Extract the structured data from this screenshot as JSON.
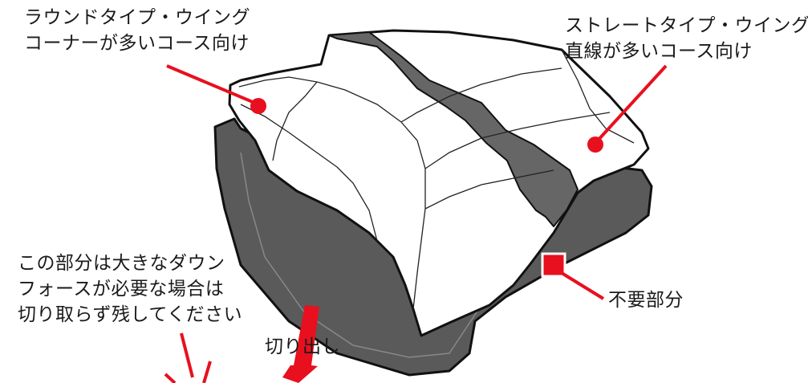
{
  "labels": {
    "round_wing": {
      "line1": "ラウンドタイプ・ウイング",
      "line2": "コーナーが多いコース向け"
    },
    "straight_wing": {
      "line1": "ストレートタイプ・ウイング",
      "line2": "直線が多いコース向け"
    },
    "keep_part": {
      "line1": "この部分は大きなダウン",
      "line2": "フォースが必要な場合は",
      "line3": "切り取らず残してください"
    },
    "cut_out": "切り出し",
    "unneeded_part": "不要部分"
  },
  "colors": {
    "marker_red": "#e8101e",
    "base_gray": "#5a5a5a",
    "stripe_gray": "#666666",
    "outline": "#111111",
    "body_white": "#ffffff"
  }
}
